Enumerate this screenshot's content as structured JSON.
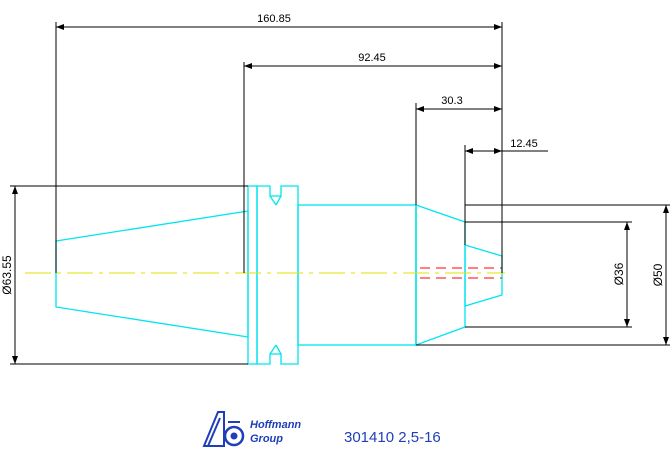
{
  "dimensions": {
    "overall_length": "160.85",
    "shank_length": "92.45",
    "tip_length": "30.3",
    "bore_depth": "12.45",
    "flange_diameter": "Ø63.55",
    "bore_diameter": "Ø36",
    "nose_diameter": "Ø50"
  },
  "logo": {
    "line1": "Hoffmann",
    "line2": "Group"
  },
  "part_number": "301410 2,5-16",
  "colors": {
    "outline": "#00e5ee",
    "dimension": "#000000",
    "centerline": "#e0e000",
    "hidden": "#ff0000",
    "brand": "#1f3fb8"
  },
  "icons": {
    "logo_mark": "hoffmann-logo-icon"
  }
}
